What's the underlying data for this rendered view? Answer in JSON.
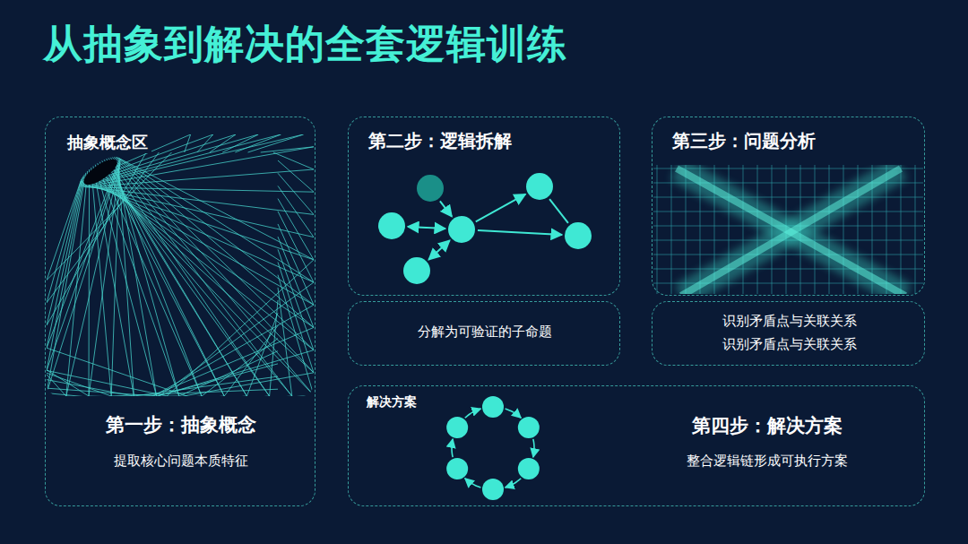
{
  "diagram": {
    "title": "从抽象到解决的全套逻辑训练",
    "nodes": [
      {
        "text": [
          "抽象概念区",
          "第一步：抽象概念",
          "提取核心问题本质特征"
        ]
      },
      {
        "text": [
          "第二步：逻辑拆解"
        ]
      },
      {
        "text": [
          "分解为可验证的子命题"
        ]
      },
      {
        "text": [
          "第三步：问题分析"
        ]
      },
      {
        "text": [
          "识别矛盾点与关联关系",
          "识别矛盾点与关联关系"
        ]
      },
      {
        "text": [
          "解决方案",
          "第四步：解决方案",
          "整合逻辑链形成可执行方案"
        ]
      }
    ]
  }
}
